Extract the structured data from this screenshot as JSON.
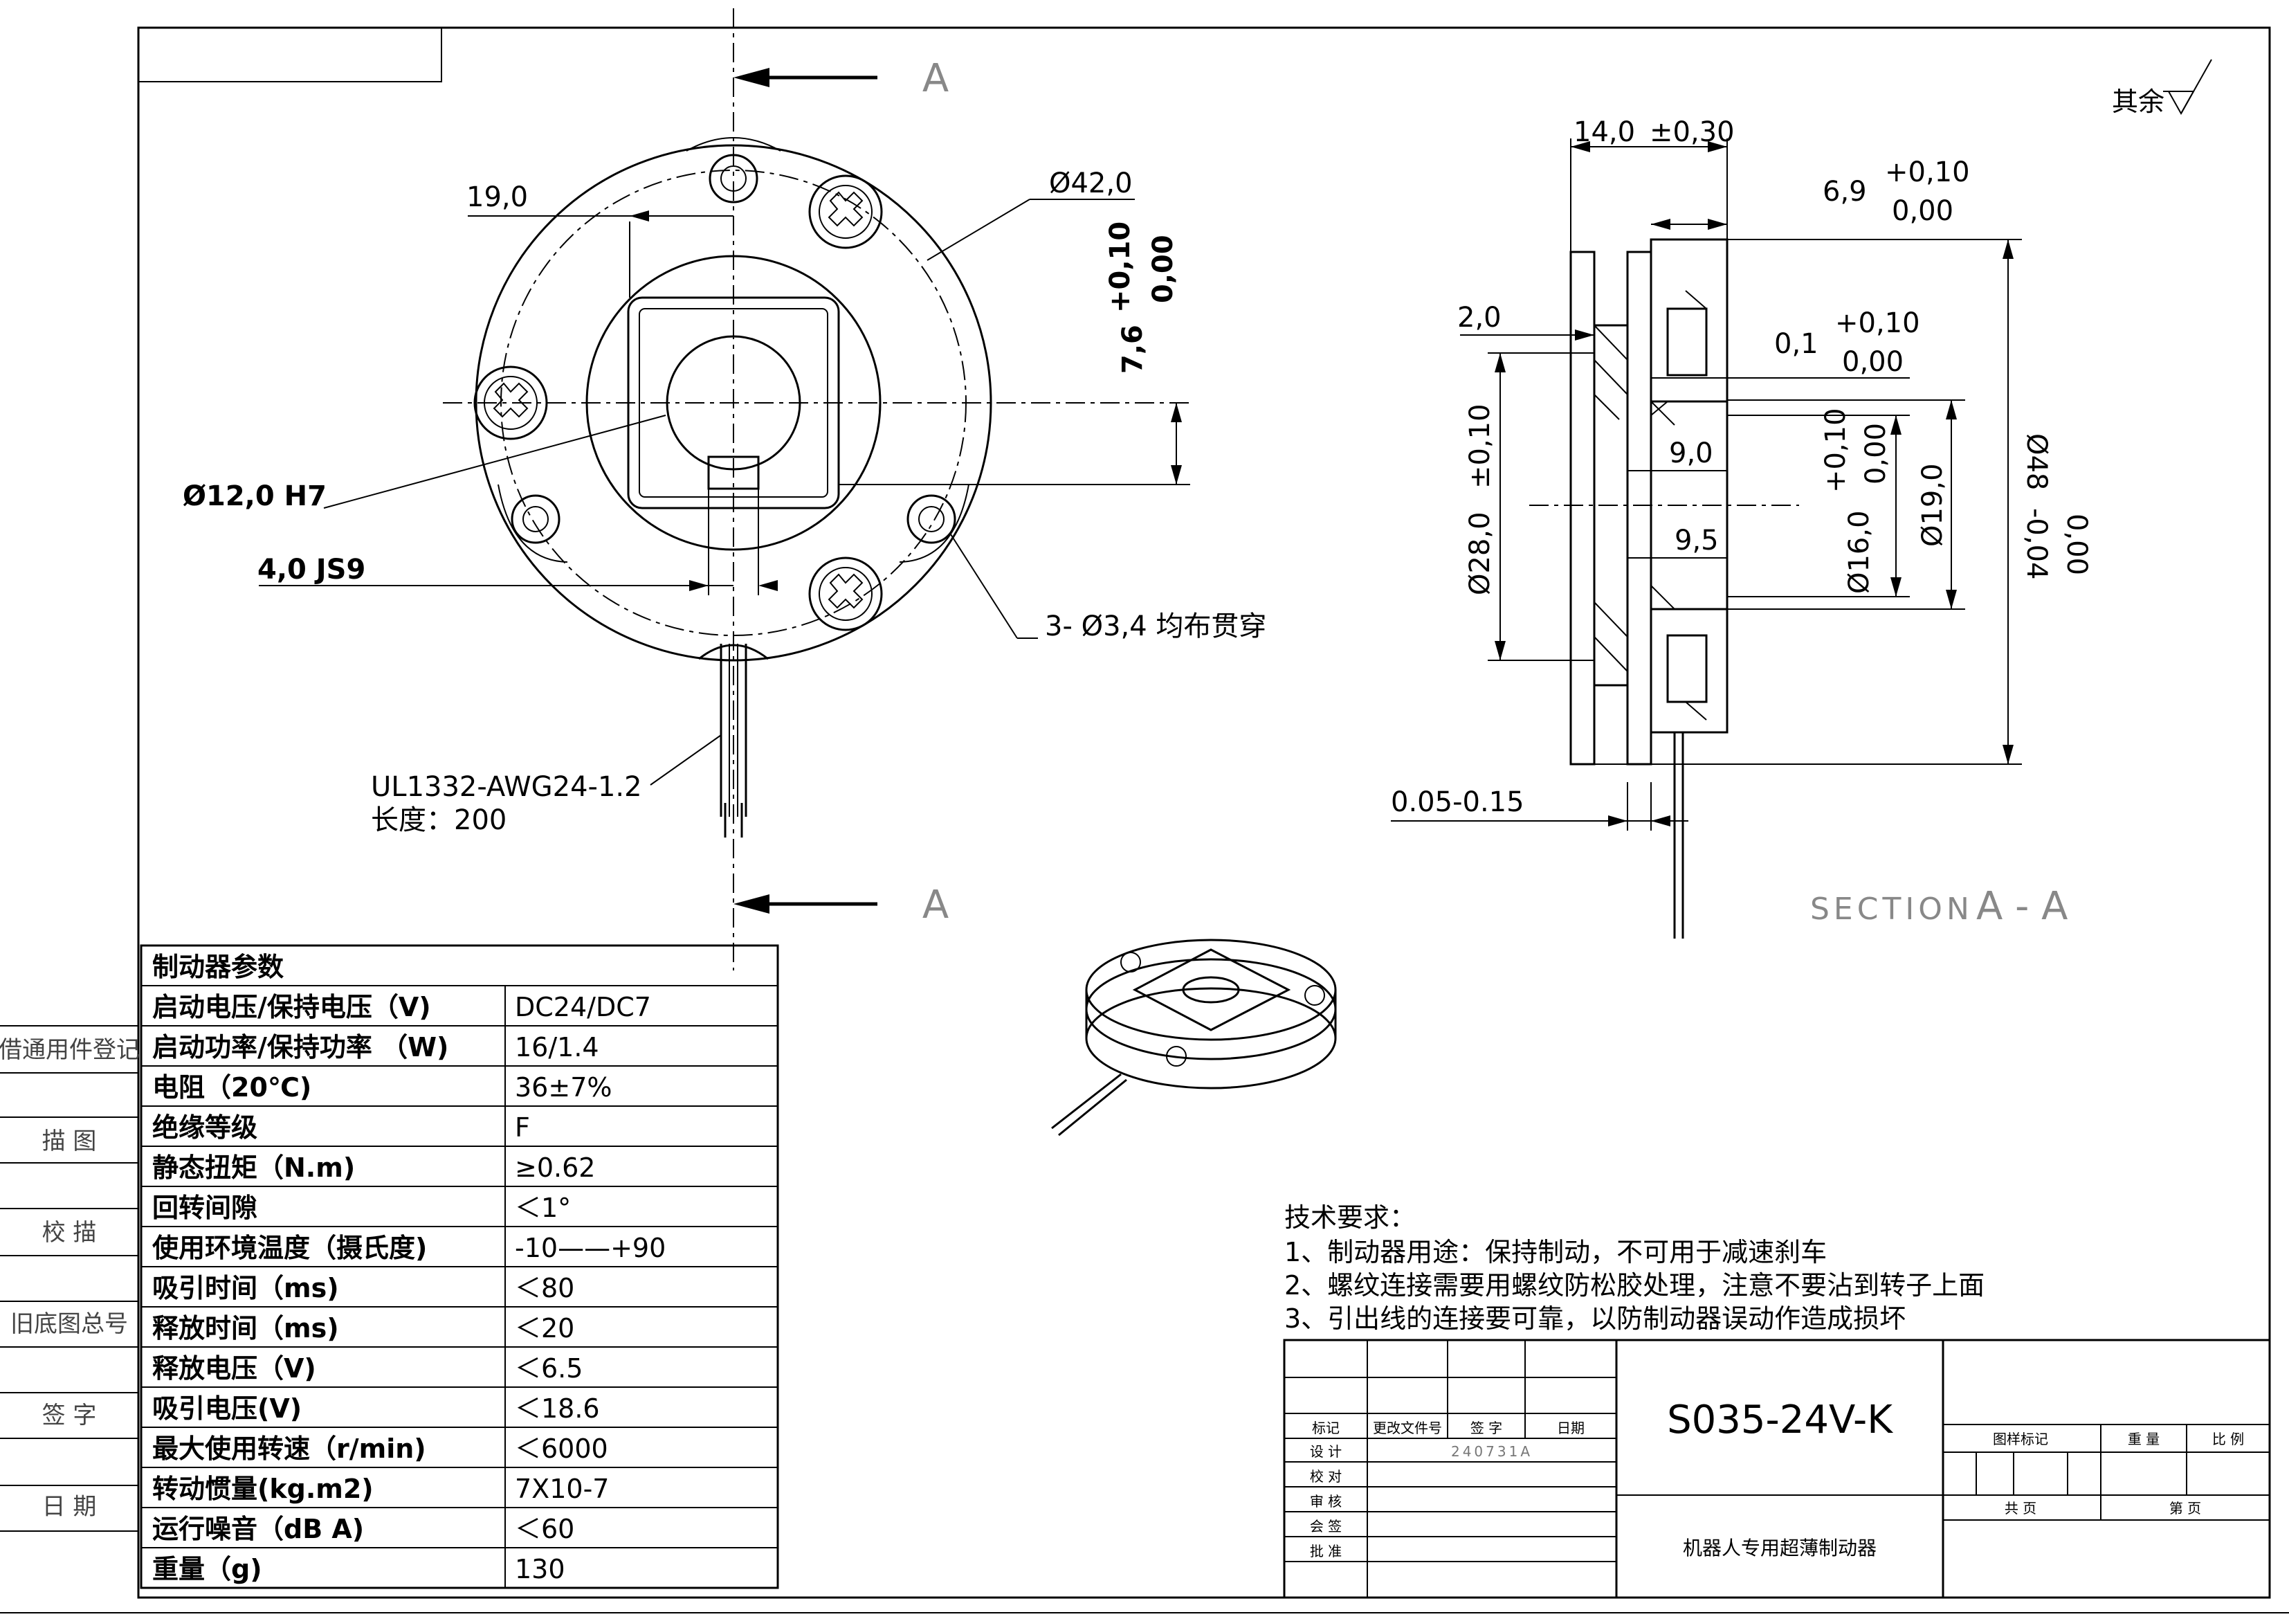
{
  "front_view": {
    "dim_19": "19,0",
    "dim_phi42": "Ø42,0",
    "dim_7_6": "7,6",
    "dim_7_6_tol_upper": "+0,10",
    "dim_7_6_tol_lower": "0,00",
    "dim_bore": "Ø12,0  H7",
    "dim_key": "4,0  JS9",
    "holes_note": "3-  Ø3,4  均布贯穿",
    "wire_spec": "UL1332-AWG24-1.2",
    "wire_length": "长度：200",
    "section_mark": "A"
  },
  "section_view": {
    "dim_14": "14,0",
    "dim_14_tol": "±0,30",
    "dim_6_9": "6,9",
    "dim_6_9_upper": "+0,10",
    "dim_6_9_lower": "0,00",
    "dim_2": "2,0",
    "dim_0_1": "0,1",
    "dim_0_1_upper": "+0,10",
    "dim_0_1_lower": "0,00",
    "dim_9": "9,0",
    "dim_9_5": "9,5",
    "dim_28": "Ø28,0",
    "dim_28_tol": "±0,10",
    "dim_16": "Ø16,0",
    "dim_16_upper": "+0,10",
    "dim_16_lower": "0,00",
    "dim_19": "Ø19,0",
    "dim_48": "Ø48",
    "dim_48_upper": "0,00",
    "dim_48_lower": "-0,04",
    "dim_gap": "0.05-0.15",
    "section_label": "SECTION",
    "section_letters": "A - A"
  },
  "roughness": {
    "label": "其余"
  },
  "params": {
    "header": "制动器参数",
    "rows": [
      {
        "name": "启动电压/保持电压（V)",
        "value": "DC24/DC7"
      },
      {
        "name": "启动功率/保持功率  （W)",
        "value": "16/1.4"
      },
      {
        "name": "电阻（20℃)",
        "value": "36±7%"
      },
      {
        "name": "绝缘等级",
        "value": "F"
      },
      {
        "name": "静态扭矩（N.m)",
        "value": "≥0.62"
      },
      {
        "name": "回转间隙",
        "value": "＜1°"
      },
      {
        "name": "使用环境温度（摄氏度)",
        "value": "-10——+90"
      },
      {
        "name": "吸引时间（ms)",
        "value": "＜80"
      },
      {
        "name": "释放时间（ms)",
        "value": "＜20"
      },
      {
        "name": "释放电压（V)",
        "value": "＜6.5"
      },
      {
        "name": "吸引电压(V)",
        "value": "＜18.6"
      },
      {
        "name": "最大使用转速（r/min)",
        "value": "＜6000"
      },
      {
        "name": "转动惯量(kg.m2)",
        "value": "7X10-7"
      },
      {
        "name": "运行噪音（dB A)",
        "value": "＜60"
      },
      {
        "name": "重量（g)",
        "value": "130"
      }
    ]
  },
  "tech_notes": {
    "title": "技术要求：",
    "items": [
      "1、制动器用途：保持制动，不可用于减速刹车",
      "2、螺纹连接需要用螺纹防松胶处理，注意不要沾到转子上面",
      "3、引出线的连接要可靠，以防制动器误动作造成损坏"
    ]
  },
  "title_block": {
    "part_number": "S035-24V-K",
    "part_name": "机器人专用超薄制动器",
    "col_mark": "标记",
    "col_change": "更改文件号",
    "col_sign": "签 字",
    "col_date": "日期",
    "row_design": "设 计",
    "row_check": "校 对",
    "row_review": "审 核",
    "row_countersign": "会 签",
    "row_approve": "批 准",
    "design_date": "240731A",
    "pattern_mark": "图样标记",
    "weight": "重 量",
    "scale": "比 例",
    "total": "共  页",
    "page": "第  页"
  },
  "side_strip": [
    "借通用件登记",
    "描  图",
    "校  描",
    "旧底图总号",
    "签  字",
    "日  期"
  ]
}
